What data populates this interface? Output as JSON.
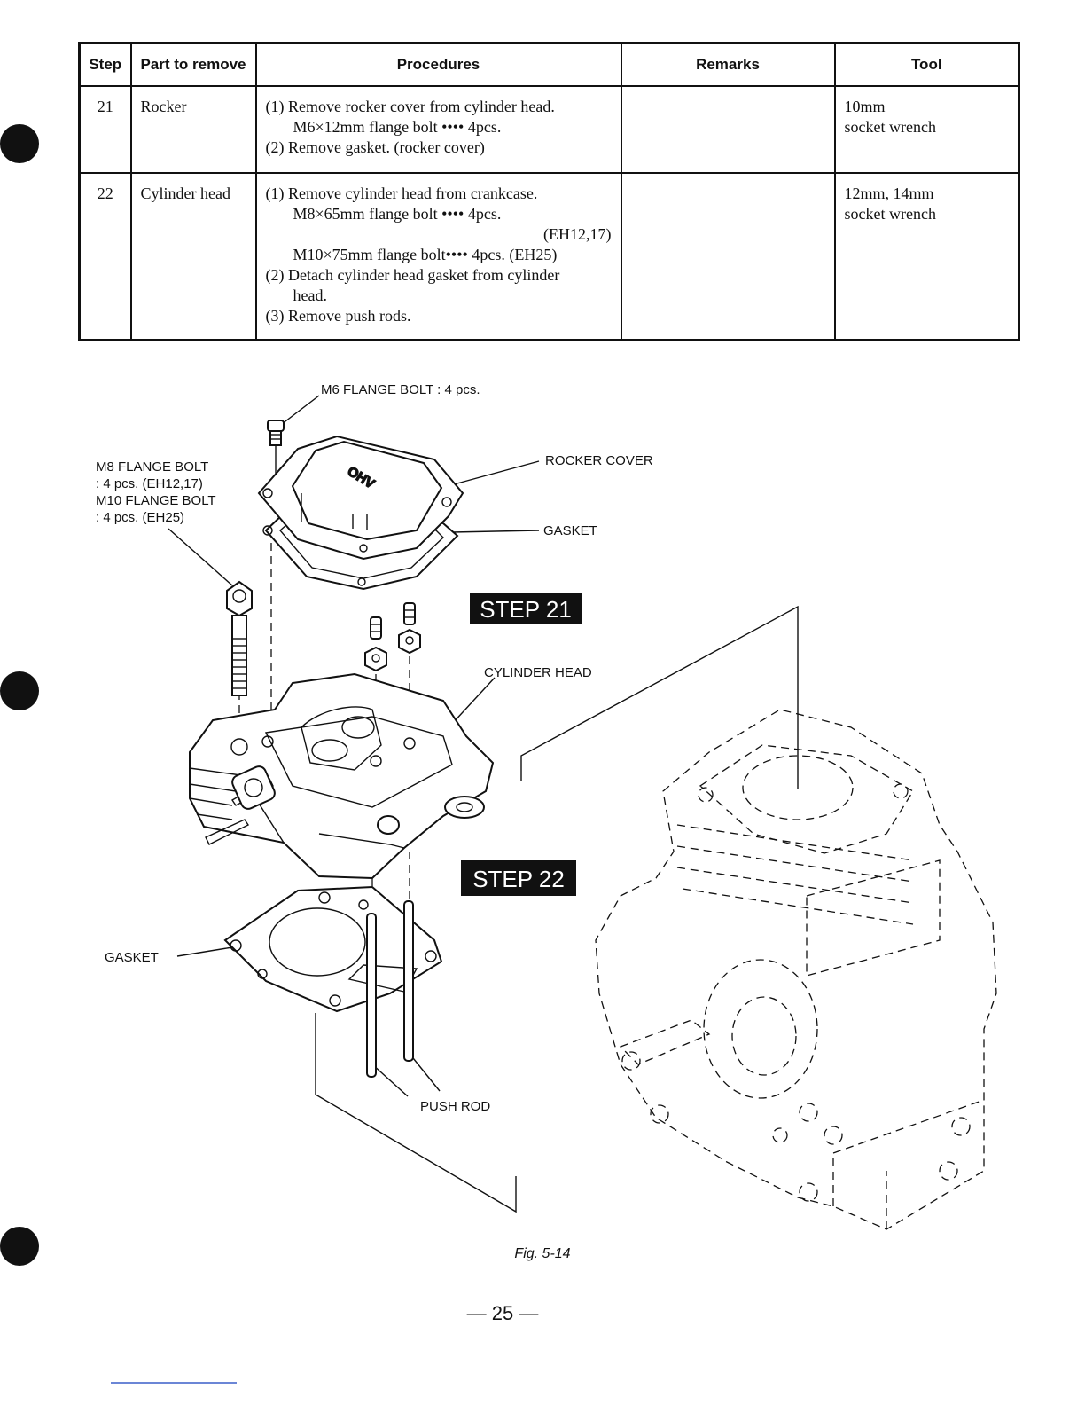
{
  "table": {
    "headers": {
      "step": "Step",
      "part": "Part to remove",
      "procedures": "Procedures",
      "remarks": "Remarks",
      "tool": "Tool"
    },
    "rows": [
      {
        "step": "21",
        "part": "Rocker",
        "procedures": [
          "(1) Remove rocker cover from cylinder head.",
          "M6×12mm flange bolt •••• 4pcs.",
          "(2) Remove gasket. (rocker cover)"
        ],
        "remarks": "",
        "tool": [
          "10mm",
          "socket wrench"
        ]
      },
      {
        "step": "22",
        "part": "Cylinder head",
        "procedures": [
          "(1) Remove cylinder head from crankcase.",
          "M8×65mm flange bolt •••• 4pcs.",
          "(EH12,17)",
          "M10×75mm flange bolt•••• 4pcs. (EH25)",
          "(2) Detach cylinder head gasket from cylinder",
          "head.",
          "(3) Remove push rods."
        ],
        "remarks": "",
        "tool": [
          "12mm, 14mm",
          "socket wrench"
        ]
      }
    ]
  },
  "figure": {
    "labels": {
      "m6_bolt": "M6 FLANGE BOLT : 4 pcs.",
      "m8_bolt_1": "M8 FLANGE BOLT",
      "m8_bolt_2": ": 4 pcs. (EH12,17)",
      "m10_bolt_1": "M10 FLANGE BOLT",
      "m10_bolt_2": ": 4 pcs. (EH25)",
      "rocker_cover": "ROCKER COVER",
      "gasket_top": "GASKET",
      "cylinder_head": "CYLINDER HEAD",
      "gasket_bottom": "GASKET",
      "push_rod": "PUSH ROD",
      "cover_emboss": "OHV"
    },
    "step21": "STEP 21",
    "step22": "STEP 22",
    "caption": "Fig. 5-14"
  },
  "page_number": "— 25 —"
}
